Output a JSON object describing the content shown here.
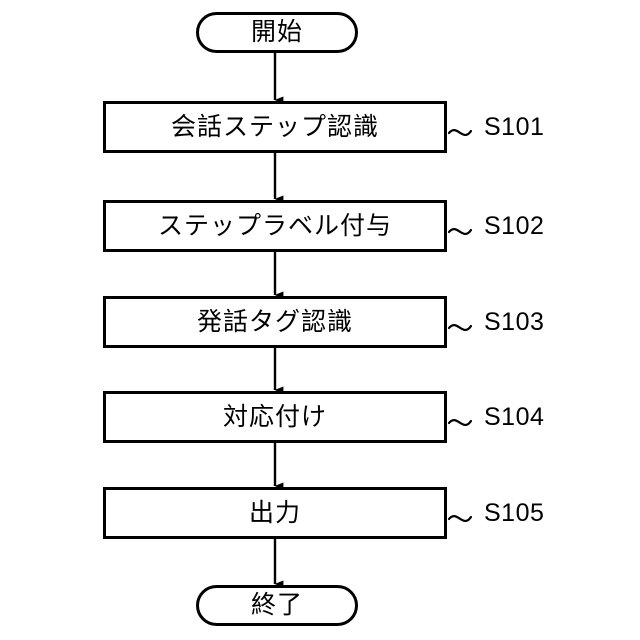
{
  "diagram": {
    "type": "flowchart",
    "orientation": "vertical",
    "language": "ja",
    "background_color": "#ffffff",
    "line_color": "#000000",
    "start": {
      "shape": "terminal",
      "label": "開始"
    },
    "end": {
      "shape": "terminal",
      "label": "終了"
    },
    "steps": [
      {
        "label": "会話ステップ認識",
        "code": "S101"
      },
      {
        "label": "ステップラベル付与",
        "code": "S102"
      },
      {
        "label": "発話タグ認識",
        "code": "S103"
      },
      {
        "label": "対応付け",
        "code": "S104"
      },
      {
        "label": "出力",
        "code": "S105"
      }
    ]
  }
}
